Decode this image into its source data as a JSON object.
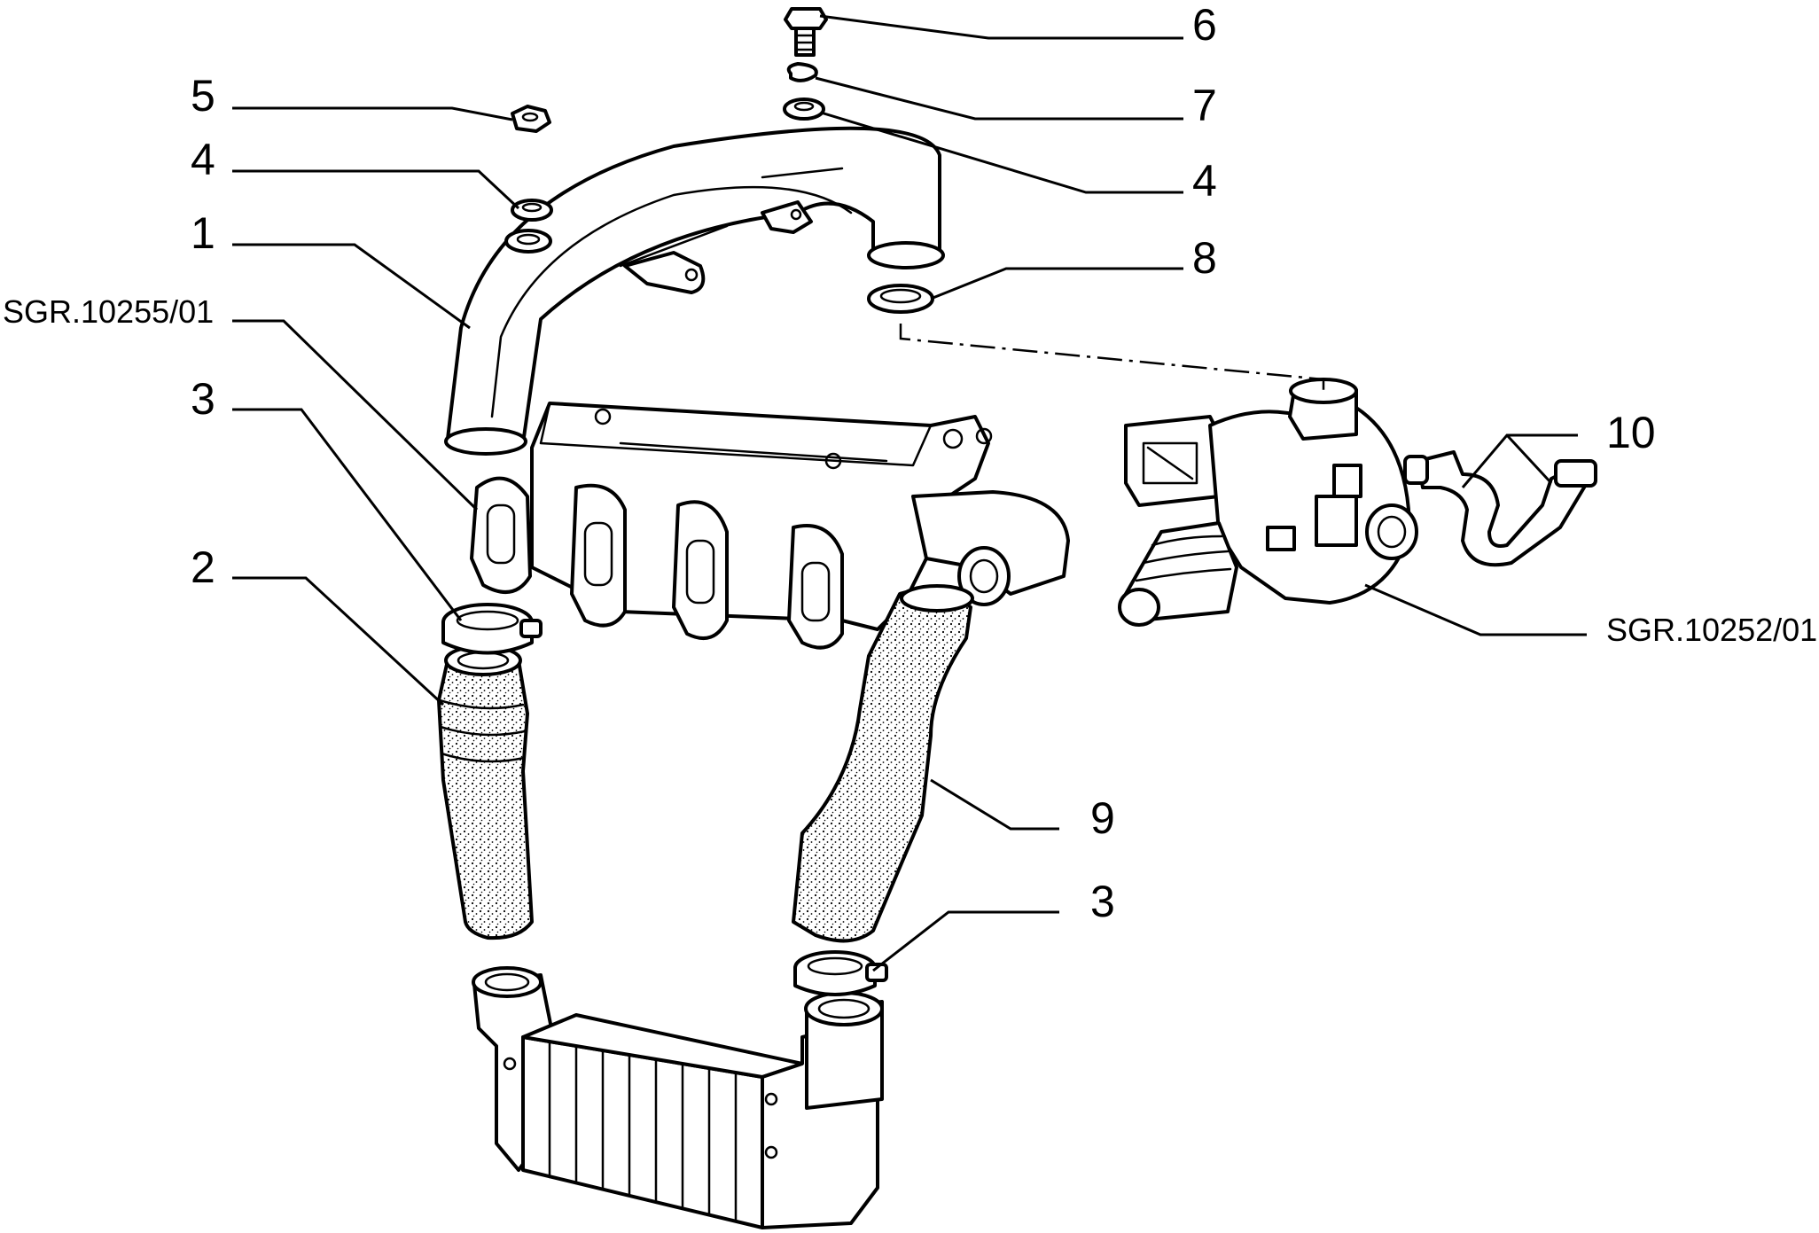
{
  "callouts": [
    {
      "id": "c-6",
      "label": "6"
    },
    {
      "id": "c-7",
      "label": "7"
    },
    {
      "id": "c-4-right",
      "label": "4"
    },
    {
      "id": "c-8",
      "label": "8"
    },
    {
      "id": "c-5",
      "label": "5"
    },
    {
      "id": "c-4-left",
      "label": "4"
    },
    {
      "id": "c-1",
      "label": "1"
    },
    {
      "id": "c-sgr-10255",
      "label": "SGR.10255/01"
    },
    {
      "id": "c-3-left",
      "label": "3"
    },
    {
      "id": "c-2",
      "label": "2"
    },
    {
      "id": "c-10",
      "label": "10"
    },
    {
      "id": "c-sgr-10252",
      "label": "SGR.10252/01"
    },
    {
      "id": "c-9",
      "label": "9"
    },
    {
      "id": "c-3-right",
      "label": "3"
    }
  ],
  "parts": [
    "upper-pipe",
    "exhaust-manifold",
    "manifold-gasket",
    "turbocharger",
    "oil-pipe",
    "hose-left",
    "hose-right",
    "clamp-left",
    "clamp-right",
    "intercooler",
    "bolt",
    "lock-washer",
    "washer-right",
    "o-ring",
    "nut",
    "washer-left"
  ]
}
